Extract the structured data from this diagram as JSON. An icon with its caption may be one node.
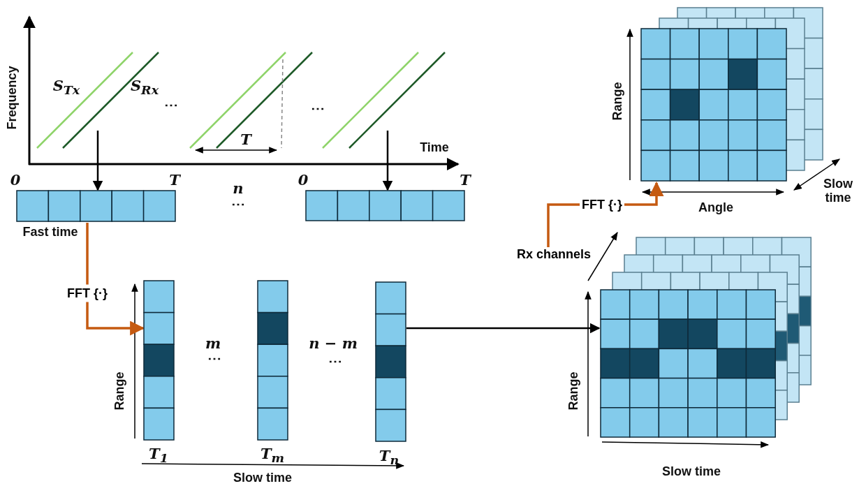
{
  "diagram": {
    "nodes": [
      {
        "text": [],
        "shape": "bar",
        "beside": [
          "Fast time"
        ]
      },
      {
        "text": [],
        "shape": "bar"
      },
      {
        "text": [],
        "shape": "bar"
      },
      {
        "text": [],
        "shape": "bar"
      },
      {
        "text": [],
        "shape": "bar"
      },
      {
        "text": [],
        "shape": "box"
      },
      {
        "text": [
          "Rx channels"
        ]
      },
      {
        "text": [],
        "shape": "box"
      }
    ],
    "edges": [
      {
        "from": null,
        "to": 0,
        "arrow": "to"
      },
      {
        "from": null,
        "to": 1,
        "arrow": "to"
      },
      {
        "from": 0,
        "to": 2,
        "arrow": "to",
        "label": "FFT {·}",
        "color": "#c55a11"
      },
      {
        "from": 4,
        "to": 7,
        "arrow": "to"
      },
      {
        "from": 6,
        "to": 5,
        "arrow": "to",
        "label": "FFT {·}",
        "color": "#c55a11"
      }
    ],
    "labels": [
      "Frequency",
      "S$_{Tx}$",
      "S$_{Rx}$",
      "⋯",
      "⋯",
      "T",
      "Time",
      "0",
      "T",
      "0",
      "T",
      "n",
      "⋯",
      "Range",
      "Angle",
      "Slow time",
      "Range",
      "m",
      "⋯",
      "n − m",
      "⋯",
      "T$_{1}$",
      "T$_{m}$",
      "T$_{n}$",
      "Slow time",
      "Range",
      "Slow time"
    ]
  }
}
